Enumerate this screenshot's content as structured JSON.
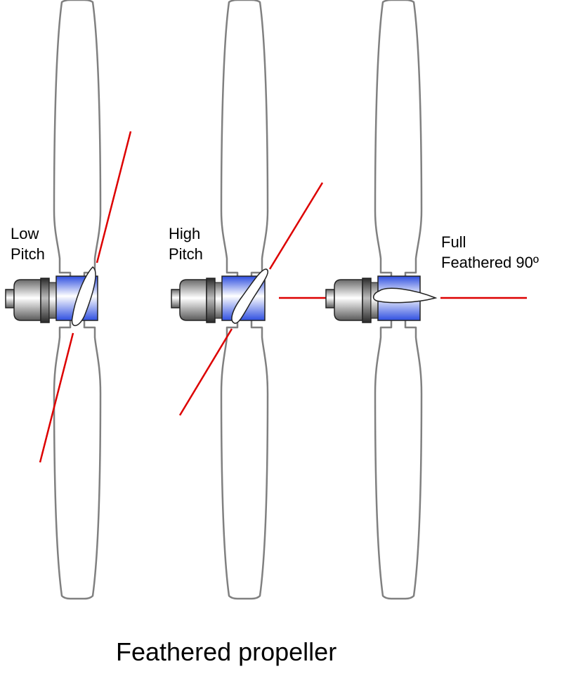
{
  "title": "Feathered propeller",
  "colors": {
    "pitch_line": "#dd0000",
    "blade_outline": "#808080",
    "hub_blue": "#3a56e0",
    "engine_gray": "#6e6e6e"
  },
  "propellers": [
    {
      "label_lines": [
        "Low",
        "Pitch"
      ]
    },
    {
      "label_lines": [
        "High",
        "Pitch"
      ]
    },
    {
      "label_lines": [
        "Full",
        "Feathered 90º"
      ]
    }
  ]
}
